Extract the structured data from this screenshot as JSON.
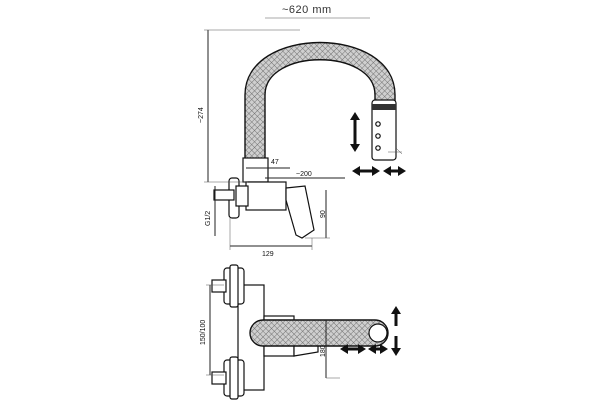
{
  "top_view": {
    "overall_length": "~620 mm",
    "height": "~274",
    "spout_offset": "47",
    "reach": "~200",
    "thread": "G1/2",
    "body_height": "90",
    "depth": "129"
  },
  "front_view": {
    "spacing": "150/100",
    "height": "180"
  },
  "colors": {
    "line": "#111111",
    "hose_fill": "#bdbdbd",
    "background": "#ffffff"
  },
  "icons": [
    "arrow-up-down-icon",
    "arrow-left-right-icon"
  ]
}
